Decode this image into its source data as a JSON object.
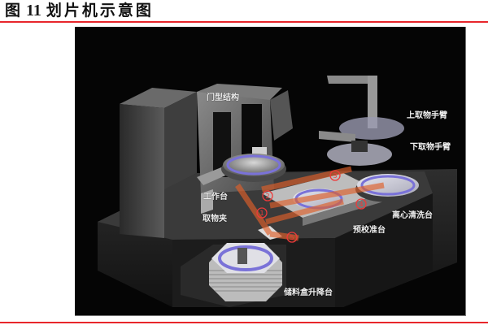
{
  "figure": {
    "prefix": "图",
    "number": "11",
    "title": "划片机示意图",
    "accent_color": "#e8262b"
  },
  "diagram": {
    "background": "#050505",
    "labels": [
      {
        "id": "gantry",
        "text": "门型结构"
      },
      {
        "id": "upper-arm",
        "text": "上取物手臂"
      },
      {
        "id": "lower-arm",
        "text": "下取物手臂"
      },
      {
        "id": "worktable",
        "text": "工作台"
      },
      {
        "id": "gripper",
        "text": "取物夹"
      },
      {
        "id": "spin-clean",
        "text": "离心清洗台"
      },
      {
        "id": "pre-align",
        "text": "预校准台"
      },
      {
        "id": "cassette-elevator",
        "text": "储料盒升降台"
      }
    ],
    "step_markers": [
      "①",
      "②",
      "③",
      "④",
      "⑤"
    ],
    "flow_color": "#e0602a",
    "wafer_ring_color": "#7a72d8"
  }
}
